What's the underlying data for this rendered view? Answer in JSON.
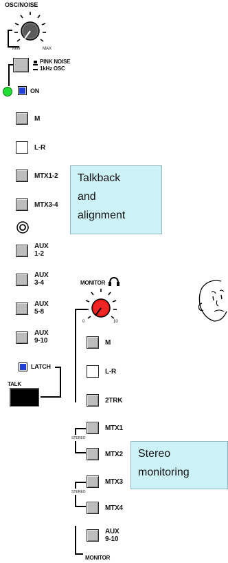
{
  "osc": {
    "title": "OSC/NOISE",
    "min": "MIN",
    "max": "MAX",
    "pink_noise": "PINK NOISE",
    "osc_1k": "1kHz OSC",
    "on": "ON"
  },
  "talk_buttons": [
    {
      "label": "M"
    },
    {
      "label": "L-R"
    },
    {
      "label": "MTX1-2"
    },
    {
      "label": "MTX3-4"
    },
    {
      "label": "AUX\n1-2"
    },
    {
      "label": "AUX\n3-4"
    },
    {
      "label": "AUX\n5-8"
    },
    {
      "label": "AUX\n9-10"
    }
  ],
  "latch": "LATCH",
  "talk": "TALK",
  "monitor": {
    "title": "MONITOR",
    "min": "0",
    "max": "10",
    "buttons": [
      {
        "label": "M"
      },
      {
        "label": "L-R"
      },
      {
        "label": "2TRK"
      },
      {
        "label": "MTX1"
      },
      {
        "label": "MTX2"
      },
      {
        "label": "MTX3"
      },
      {
        "label": "MTX4"
      },
      {
        "label": "AUX\n9-10"
      }
    ],
    "stereo1": "STEREO",
    "stereo2": "STEREO",
    "footer": "MONITOR"
  },
  "notes": {
    "talkback": "Talkback\nand\nalignment",
    "stereo": "Stereo\nmonitoring"
  },
  "colors": {
    "led_green": "#22dd33",
    "blue_button": "#1f3fd8",
    "monitor_knob": "#e81b1b",
    "note_bg": "#ccf2f7"
  }
}
